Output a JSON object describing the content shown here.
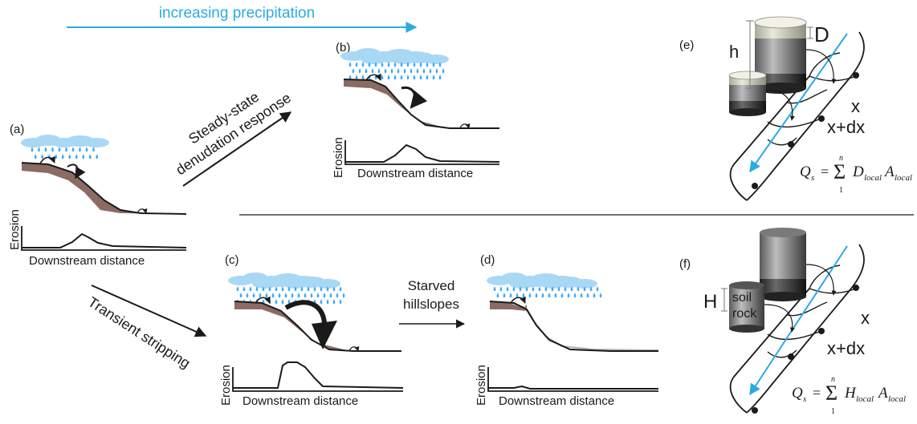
{
  "header": {
    "trend_label": "increasing precipitation",
    "trend_color": "#29abe2"
  },
  "transitions": {
    "steady_line1": "Steady-state",
    "steady_line2": "denudation response",
    "transient": "Transient stripping",
    "starved_line1": "Starved",
    "starved_line2": "hillslopes"
  },
  "panels": {
    "a": {
      "label": "(a)",
      "xlabel": "Downstream distance",
      "ylabel": "Erosion"
    },
    "b": {
      "label": "(b)",
      "xlabel": "Downstream distance",
      "ylabel": "Erosion"
    },
    "c": {
      "label": "(c)",
      "xlabel": "Downstream distance",
      "ylabel": "Erosion"
    },
    "d": {
      "label": "(d)",
      "xlabel": "Downstream distance",
      "ylabel": "Erosion"
    },
    "e": {
      "label": "(e)",
      "h": "h",
      "D": "D",
      "x": "x",
      "xdx": "x+dx",
      "eq_lhs": "Q",
      "eq_lhs_sub": "s",
      "eq_eq": "=",
      "eq_sum_top": "n",
      "eq_sum_bottom": "1",
      "eq_term1": "D",
      "eq_term1_sub": "local",
      "eq_term2": "A",
      "eq_term2_sub": "local"
    },
    "f": {
      "label": "(f)",
      "H": "H",
      "soil": "soil",
      "rock": "rock",
      "x": "x",
      "xdx": "x+dx",
      "eq_lhs": "Q",
      "eq_lhs_sub": "s",
      "eq_eq": "=",
      "eq_sum_top": "n",
      "eq_sum_bottom": "1",
      "eq_term1": "H",
      "eq_term1_sub": "local",
      "eq_term2": "A",
      "eq_term2_sub": "local"
    }
  },
  "colors": {
    "rain": "#3fa9f5",
    "cloud": "#a9d8f5",
    "soil": "#8b6b63",
    "channel_arrow": "#29abe2"
  }
}
